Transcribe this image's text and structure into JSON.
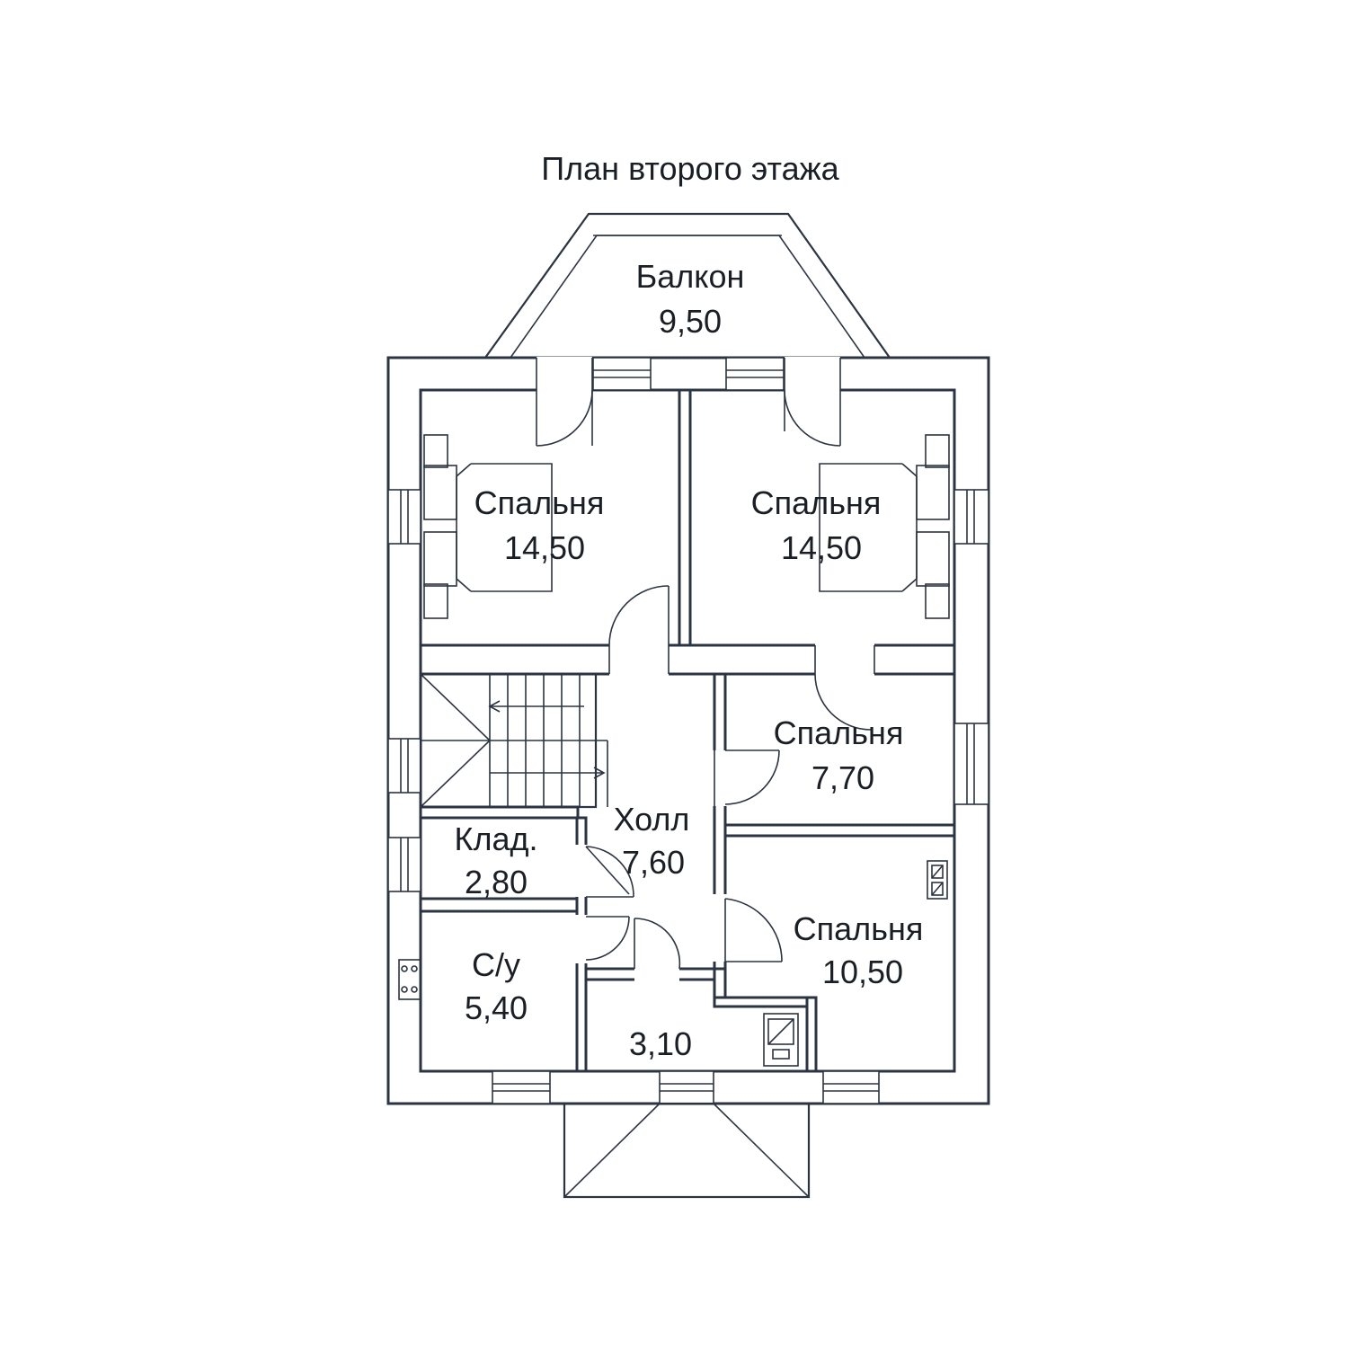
{
  "title": "План второго этажа",
  "rooms": [
    {
      "id": "balcony",
      "name": "Балкон",
      "area": "9,50"
    },
    {
      "id": "bedroom-nw",
      "name": "Спальня",
      "area": "14,50"
    },
    {
      "id": "bedroom-ne",
      "name": "Спальня",
      "area": "14,50"
    },
    {
      "id": "bedroom-e",
      "name": "Спальня",
      "area": "7,70"
    },
    {
      "id": "hall",
      "name": "Холл",
      "area": "7,60"
    },
    {
      "id": "storage",
      "name": "Клад.",
      "area": "2,80"
    },
    {
      "id": "bathroom",
      "name": "С/у",
      "area": "5,40"
    },
    {
      "id": "bedroom-se",
      "name": "Спальня",
      "area": "10,50"
    },
    {
      "id": "room-small",
      "name": "",
      "area": "3,10"
    }
  ],
  "colors": {
    "line": "#2b3440",
    "text": "#1a1f26",
    "background": "#ffffff"
  }
}
